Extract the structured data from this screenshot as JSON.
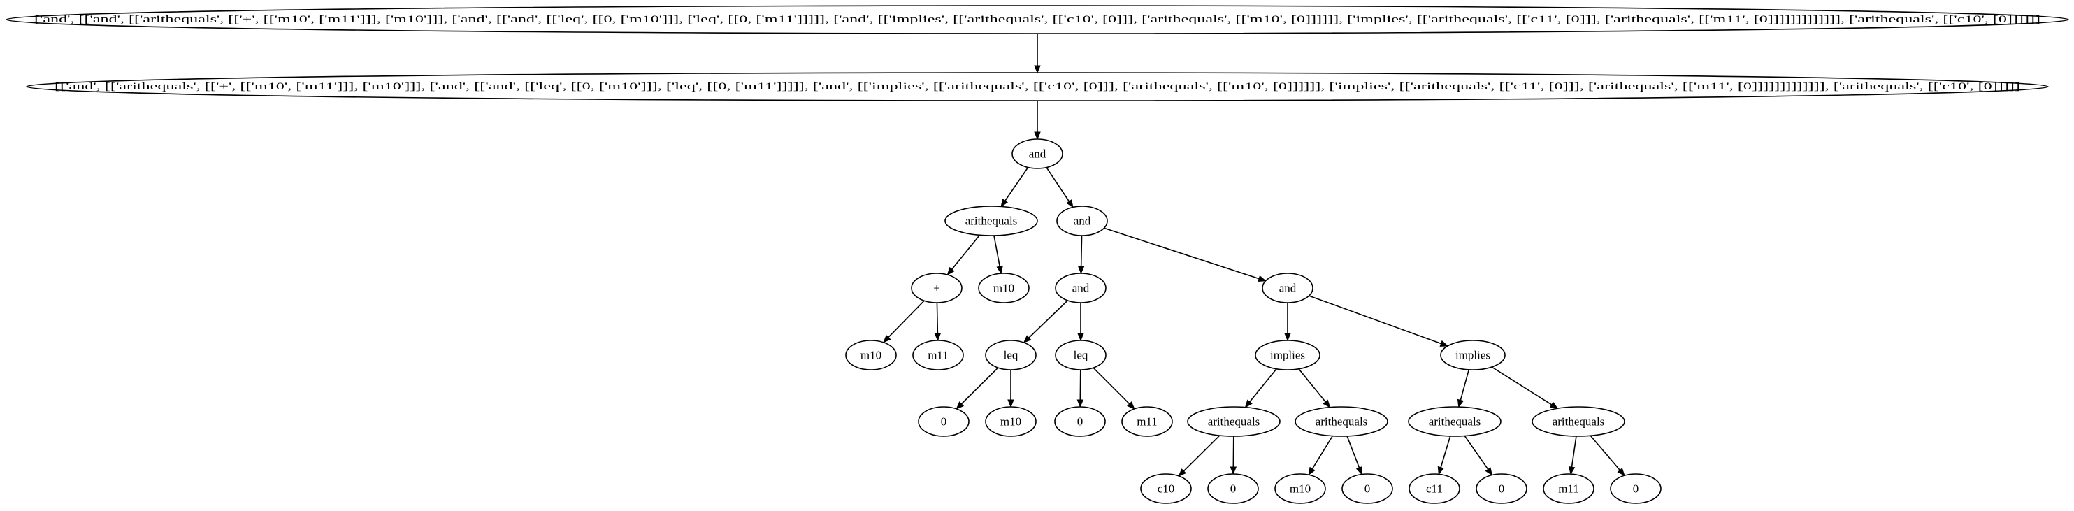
{
  "graph": {
    "nodes": [
      {
        "id": "root",
        "label": "['and', [['and', [['arithequals', [['+', [['m10', ['m11']]], ['m10']]], ['and', [['and', [['leq', [[0, ['m10']]], ['leq', [[0, ['m11']]]]], ['and', [['implies', [['arithequals', [['c10', [0]]], ['arithequals', [['m10', [0]]]]]], ['implies', [['arithequals', [['c11', [0]]], ['arithequals', [['m11', [0]]]]]]]]]]]]], ['arithequals', [['c10', [0]]]]]]"
      },
      {
        "id": "list",
        "label": "[['and', [['arithequals', [['+', [['m10', ['m11']]], ['m10']]], ['and', [['and', [['leq', [[0, ['m10']]], ['leq', [[0, ['m11']]]]], ['and', [['implies', [['arithequals', [['c10', [0]]], ['arithequals', [['m10', [0]]]]]], ['implies', [['arithequals', [['c11', [0]]], ['arithequals', [['m11', [0]]]]]]]]]]]]], ['arithequals', [['c10', [0]]]]]"
      },
      {
        "id": "and1",
        "label": "and"
      },
      {
        "id": "aeq1",
        "label": "arithequals"
      },
      {
        "id": "and2",
        "label": "and"
      },
      {
        "id": "plus",
        "label": "+"
      },
      {
        "id": "m10a",
        "label": "m10"
      },
      {
        "id": "and3",
        "label": "and"
      },
      {
        "id": "and4",
        "label": "and"
      },
      {
        "id": "m10b",
        "label": "m10"
      },
      {
        "id": "m11a",
        "label": "m11"
      },
      {
        "id": "leq1",
        "label": "leq"
      },
      {
        "id": "leq2",
        "label": "leq"
      },
      {
        "id": "imp1",
        "label": "implies"
      },
      {
        "id": "imp2",
        "label": "implies"
      },
      {
        "id": "z1",
        "label": "0"
      },
      {
        "id": "m10c",
        "label": "m10"
      },
      {
        "id": "z2",
        "label": "0"
      },
      {
        "id": "m11b",
        "label": "m11"
      },
      {
        "id": "aeq2",
        "label": "arithequals"
      },
      {
        "id": "aeq3",
        "label": "arithequals"
      },
      {
        "id": "aeq4",
        "label": "arithequals"
      },
      {
        "id": "aeq5",
        "label": "arithequals"
      },
      {
        "id": "c10",
        "label": "c10"
      },
      {
        "id": "z3",
        "label": "0"
      },
      {
        "id": "m10d",
        "label": "m10"
      },
      {
        "id": "z4",
        "label": "0"
      },
      {
        "id": "c11",
        "label": "c11"
      },
      {
        "id": "z5",
        "label": "0"
      },
      {
        "id": "m11c",
        "label": "m11"
      },
      {
        "id": "z6",
        "label": "0"
      }
    ],
    "edges": [
      {
        "from": "root",
        "to": "list"
      },
      {
        "from": "list",
        "to": "and1"
      },
      {
        "from": "and1",
        "to": "aeq1"
      },
      {
        "from": "and1",
        "to": "and2"
      },
      {
        "from": "aeq1",
        "to": "plus"
      },
      {
        "from": "aeq1",
        "to": "m10a"
      },
      {
        "from": "and2",
        "to": "and3"
      },
      {
        "from": "and2",
        "to": "and4"
      },
      {
        "from": "plus",
        "to": "m10b"
      },
      {
        "from": "plus",
        "to": "m11a"
      },
      {
        "from": "and3",
        "to": "leq1"
      },
      {
        "from": "and3",
        "to": "leq2"
      },
      {
        "from": "and4",
        "to": "imp1"
      },
      {
        "from": "and4",
        "to": "imp2"
      },
      {
        "from": "leq1",
        "to": "z1"
      },
      {
        "from": "leq1",
        "to": "m10c"
      },
      {
        "from": "leq2",
        "to": "z2"
      },
      {
        "from": "leq2",
        "to": "m11b"
      },
      {
        "from": "imp1",
        "to": "aeq2"
      },
      {
        "from": "imp1",
        "to": "aeq3"
      },
      {
        "from": "imp2",
        "to": "aeq4"
      },
      {
        "from": "imp2",
        "to": "aeq5"
      },
      {
        "from": "aeq2",
        "to": "c10"
      },
      {
        "from": "aeq2",
        "to": "z3"
      },
      {
        "from": "aeq3",
        "to": "m10d"
      },
      {
        "from": "aeq3",
        "to": "z4"
      },
      {
        "from": "aeq4",
        "to": "c11"
      },
      {
        "from": "aeq4",
        "to": "z5"
      },
      {
        "from": "aeq5",
        "to": "m11c"
      },
      {
        "from": "aeq5",
        "to": "z6"
      }
    ]
  }
}
